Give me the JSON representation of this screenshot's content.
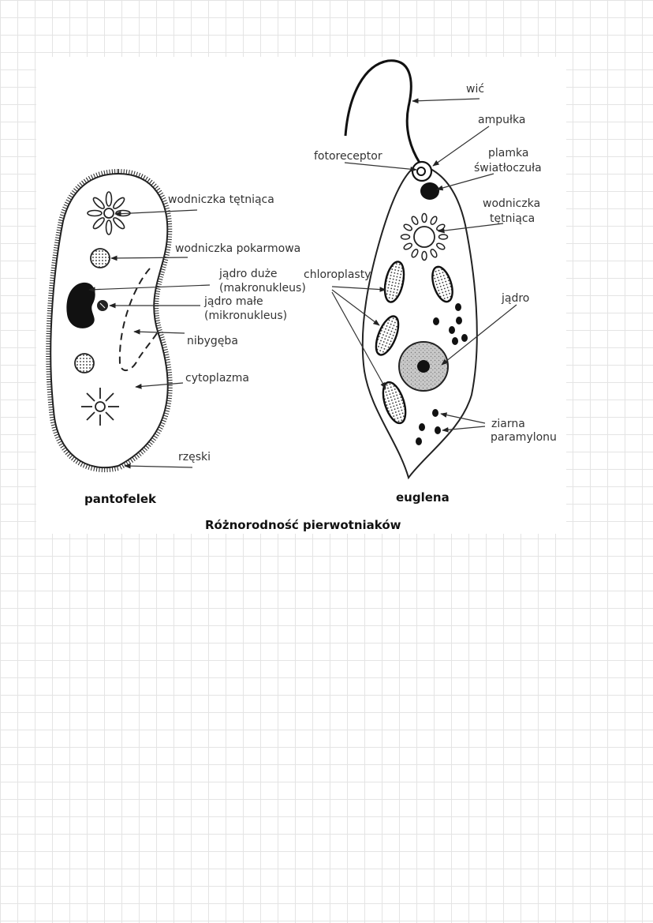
{
  "caption": "Różnorodność pierwotniaków",
  "organisms": {
    "paramecium": {
      "name": "pantofelek",
      "labels": {
        "contractile_vacuole": "wodniczka tętniąca",
        "food_vacuole": "wodniczka pokarmowa",
        "macronucleus_1": "jądro duże",
        "macronucleus_2": "(makronukleus)",
        "micronucleus_1": "jądro małe",
        "micronucleus_2": "(mikronukleus)",
        "oral_groove": "nibygęba",
        "cytoplasm": "cytoplazma",
        "cilia": "rzęski"
      }
    },
    "euglena": {
      "name": "euglena",
      "labels": {
        "flagellum": "wić",
        "reservoir": "ampułka",
        "photoreceptor": "fotoreceptor",
        "eyespot_1": "plamka",
        "eyespot_2": "światłoczuła",
        "contractile_vacuole_1": "wodniczka",
        "contractile_vacuole_2": "tętniąca",
        "chloroplasts": "chloroplasty",
        "nucleus": "jądro",
        "paramylon_1": "ziarna",
        "paramylon_2": "paramylonu"
      }
    }
  }
}
